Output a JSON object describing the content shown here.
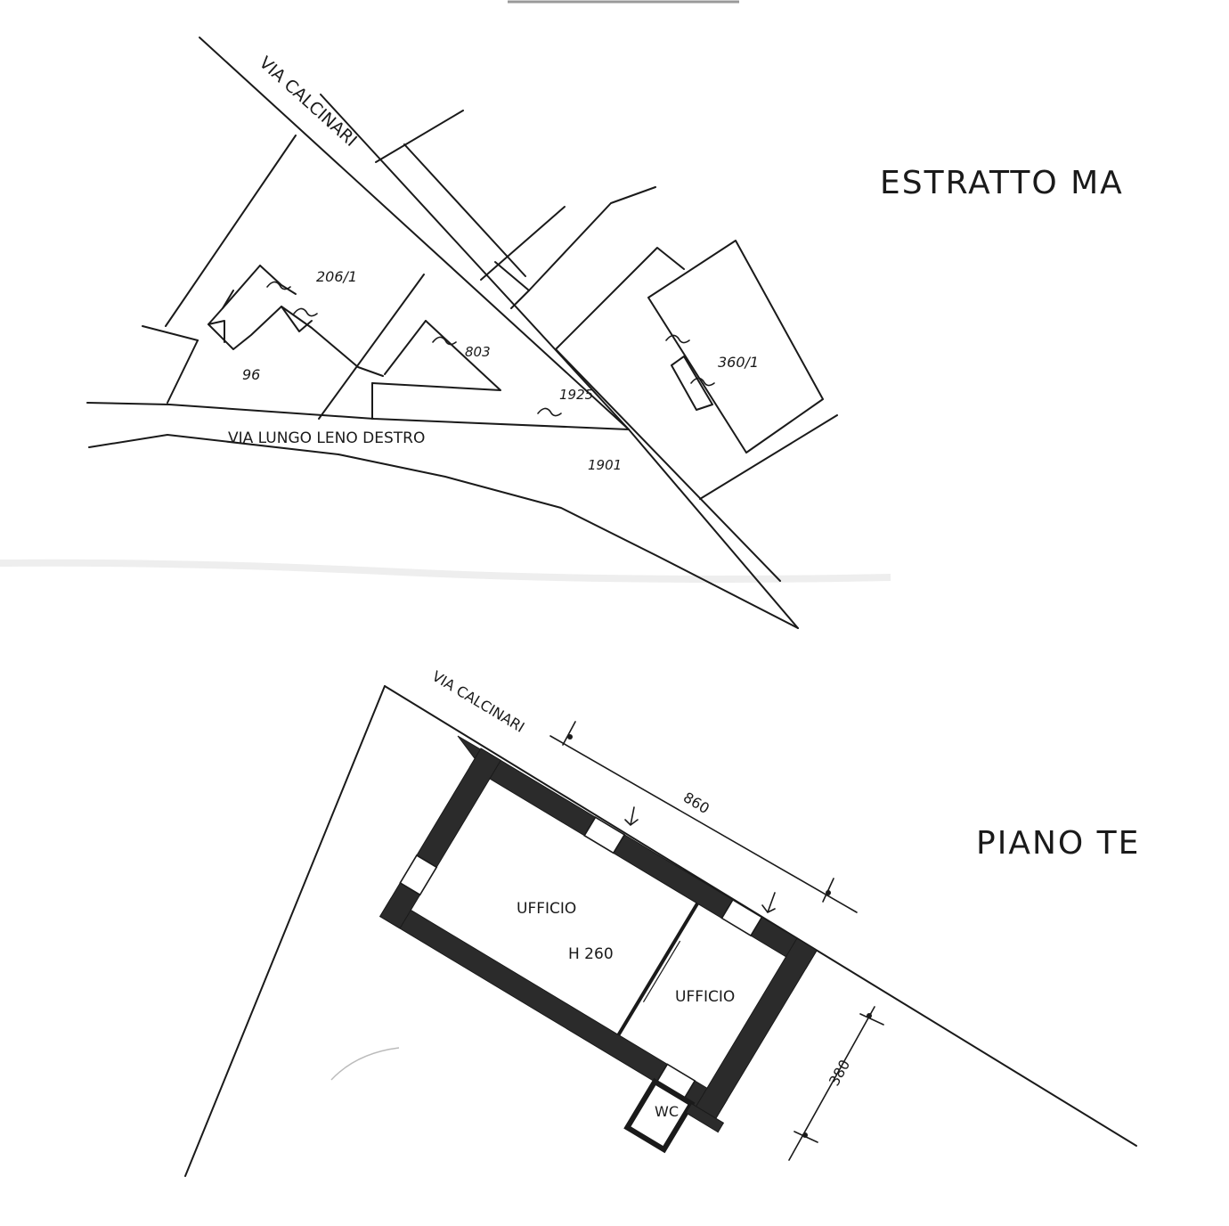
{
  "cadastral_map": {
    "title": "ESTRATTO MA",
    "street_north": "VIA CALCINARI",
    "street_south": "VIA LUNGO LENO DESTRO",
    "parcels": [
      "206/1",
      "96",
      "803",
      "1925",
      "360/1",
      "1901"
    ]
  },
  "floor_plan": {
    "title": "PIANO TE",
    "street": "VIA CALCINARI",
    "rooms": [
      "UFFICIO",
      "UFFICIO",
      "WC"
    ],
    "height_label": "H 260",
    "dimensions": [
      "860",
      "380"
    ]
  }
}
